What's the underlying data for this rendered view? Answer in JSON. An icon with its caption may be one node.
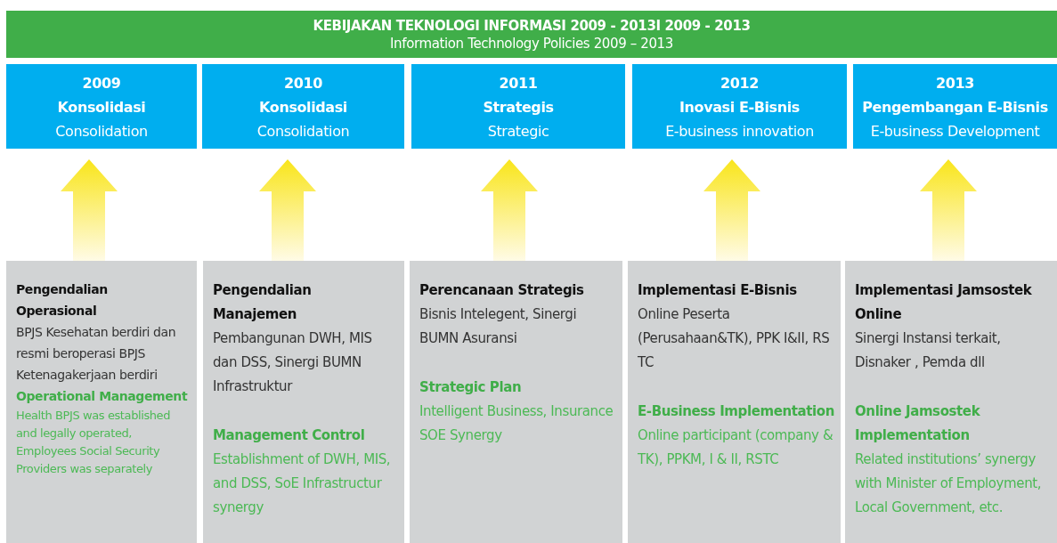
{
  "diagram": {
    "nodes": [
      {
        "text": [
          "KEBIJAKAN TEKNOLOGI INFORMASI 2009 - 2013I 2009 - 2013",
          "Information Technology Policies 2009 – 2013"
        ]
      },
      {
        "text": [
          "2009",
          "Konsolidasi",
          "Consolidation"
        ]
      },
      {
        "text": [
          "2010",
          "Konsolidasi",
          "Consolidation"
        ]
      },
      {
        "text": [
          "2011",
          "Strategis",
          "Strategic"
        ]
      },
      {
        "text": [
          "2012",
          "Inovasi E-Bisnis",
          "E-business innovation"
        ]
      },
      {
        "text": [
          "2013",
          "Pengembangan E-Bisnis",
          "E-business Development"
        ]
      },
      {
        "text": [
          "Pengendalian Operasional",
          "BPJS Kesehatan berdiri dan resmi beroperasi BPJS Ketenagakerjaan berdiri",
          "Operational Management",
          "Health BPJS was established and legally operated, Employees Social Security Providers was separately"
        ]
      },
      {
        "text": [
          "Pengendalian Manajemen",
          "Pembangunan DWH, MIS dan DSS, Sinergi BUMN Infrastruktur",
          "Management Control",
          "Establishment of DWH, MIS, and DSS, SoE Infrastructur synergy"
        ]
      },
      {
        "text": [
          "Perencanaan Strategis",
          "Bisnis Intelegent, Sinergi BUMN Asuransi",
          "Strategic Plan",
          "Intelligent Business, Insurance SOE Synergy"
        ]
      },
      {
        "text": [
          "Implementasi E-Bisnis",
          "Online  Peserta (Perusahaan&TK), PPK I&II, RS TC",
          "E-Business Implementation",
          "Online participant (company & TK), PPKM, I & II, RSTC"
        ]
      },
      {
        "text": [
          "Implementasi Jamsostek Online",
          "Sinergi  Instansi terkait, Disnaker , Pemda dll",
          "Online Jamsostek Implementation",
          "Related institutions’ synergy with Minister of Employment, Local Government, etc."
        ]
      }
    ],
    "edges": [
      {
        "from": 6,
        "to": 1,
        "arrow": "to"
      },
      {
        "from": 7,
        "to": 2,
        "arrow": "to"
      },
      {
        "from": 8,
        "to": 3,
        "arrow": "to"
      },
      {
        "from": 9,
        "to": 4,
        "arrow": "to"
      },
      {
        "from": 10,
        "to": 5,
        "arrow": "to"
      }
    ]
  }
}
